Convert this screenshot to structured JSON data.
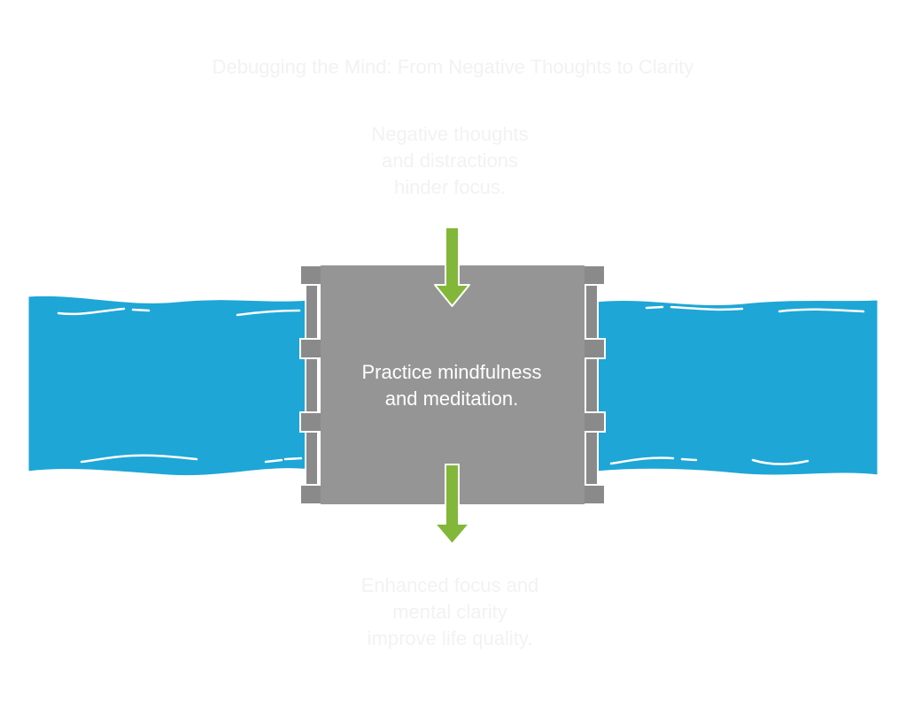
{
  "title": "Debugging the Mind: From Negative Thoughts to Clarity",
  "input_note": "Negative thoughts\nand distractions\nhinder focus.",
  "process_label": "Practice mindfulness\nand meditation.",
  "output_note": "Enhanced focus and\nmental clarity\nimprove life quality.",
  "colors": {
    "water": "#1ea6d6",
    "gate": "#959595",
    "gate_frame": "#8a8a8a",
    "arrow": "#82b73a",
    "faint_text": "#f2f2f2"
  },
  "icons": [
    "down-arrow-icon",
    "down-arrow-icon"
  ]
}
